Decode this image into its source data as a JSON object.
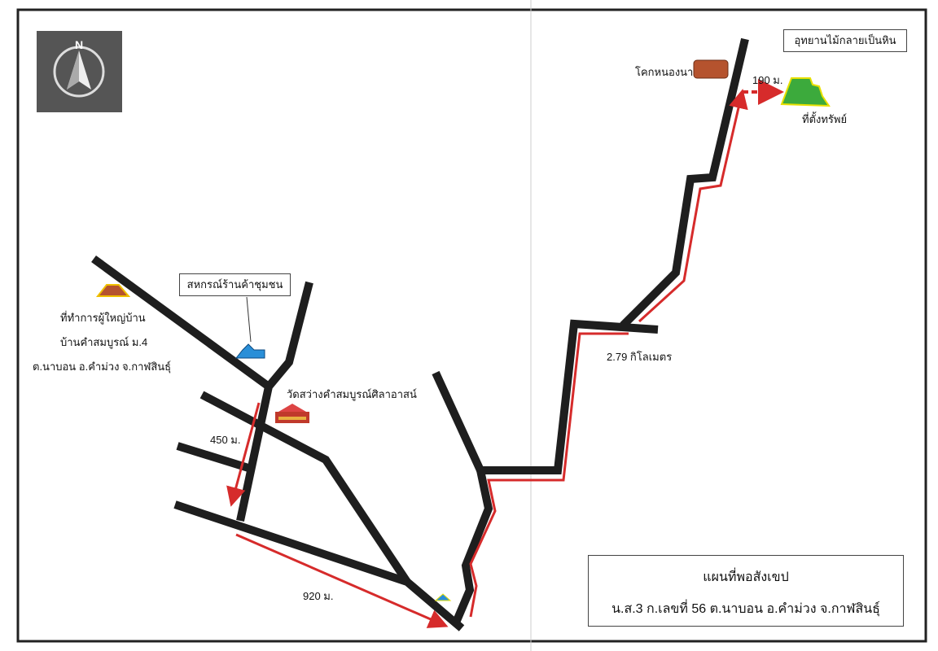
{
  "compass": {
    "letter": "N"
  },
  "landmarks": {
    "petrified_forest_park": "อุทยานไม้กลายเป็นหิน",
    "khok_nong_na": "โคกหนองนา",
    "property_location": "ที่ตั้งทรัพย์",
    "coop_store": "สหกรณ์ร้านค้าชุมชน",
    "village_head_office": [
      "ที่ทำการผู้ใหญ่บ้าน",
      "บ้านคำสมบูรณ์ ม.4",
      "ต.นาบอน อ.คำม่วง จ.กาฬสินธุ์"
    ],
    "temple": "วัดสว่างคำสมบูรณ์ศิลาอาสน์"
  },
  "distances": {
    "d190": "190 ม.",
    "d279": "2.79 กิโลเมตร",
    "d450": "450 ม.",
    "d920": "920 ม."
  },
  "title_box": {
    "title": "แผนที่พอสังเขป",
    "subtitle": "น.ส.3 ก.เลขที่ 56 ต.นาบอน อ.คำม่วง จ.กาฬสินธุ์"
  },
  "colors": {
    "road": "#1e1e1e",
    "route": "#d62b2b",
    "property": "#3caa3c",
    "coop": "#2a8fd8",
    "office": "#b5532e"
  }
}
